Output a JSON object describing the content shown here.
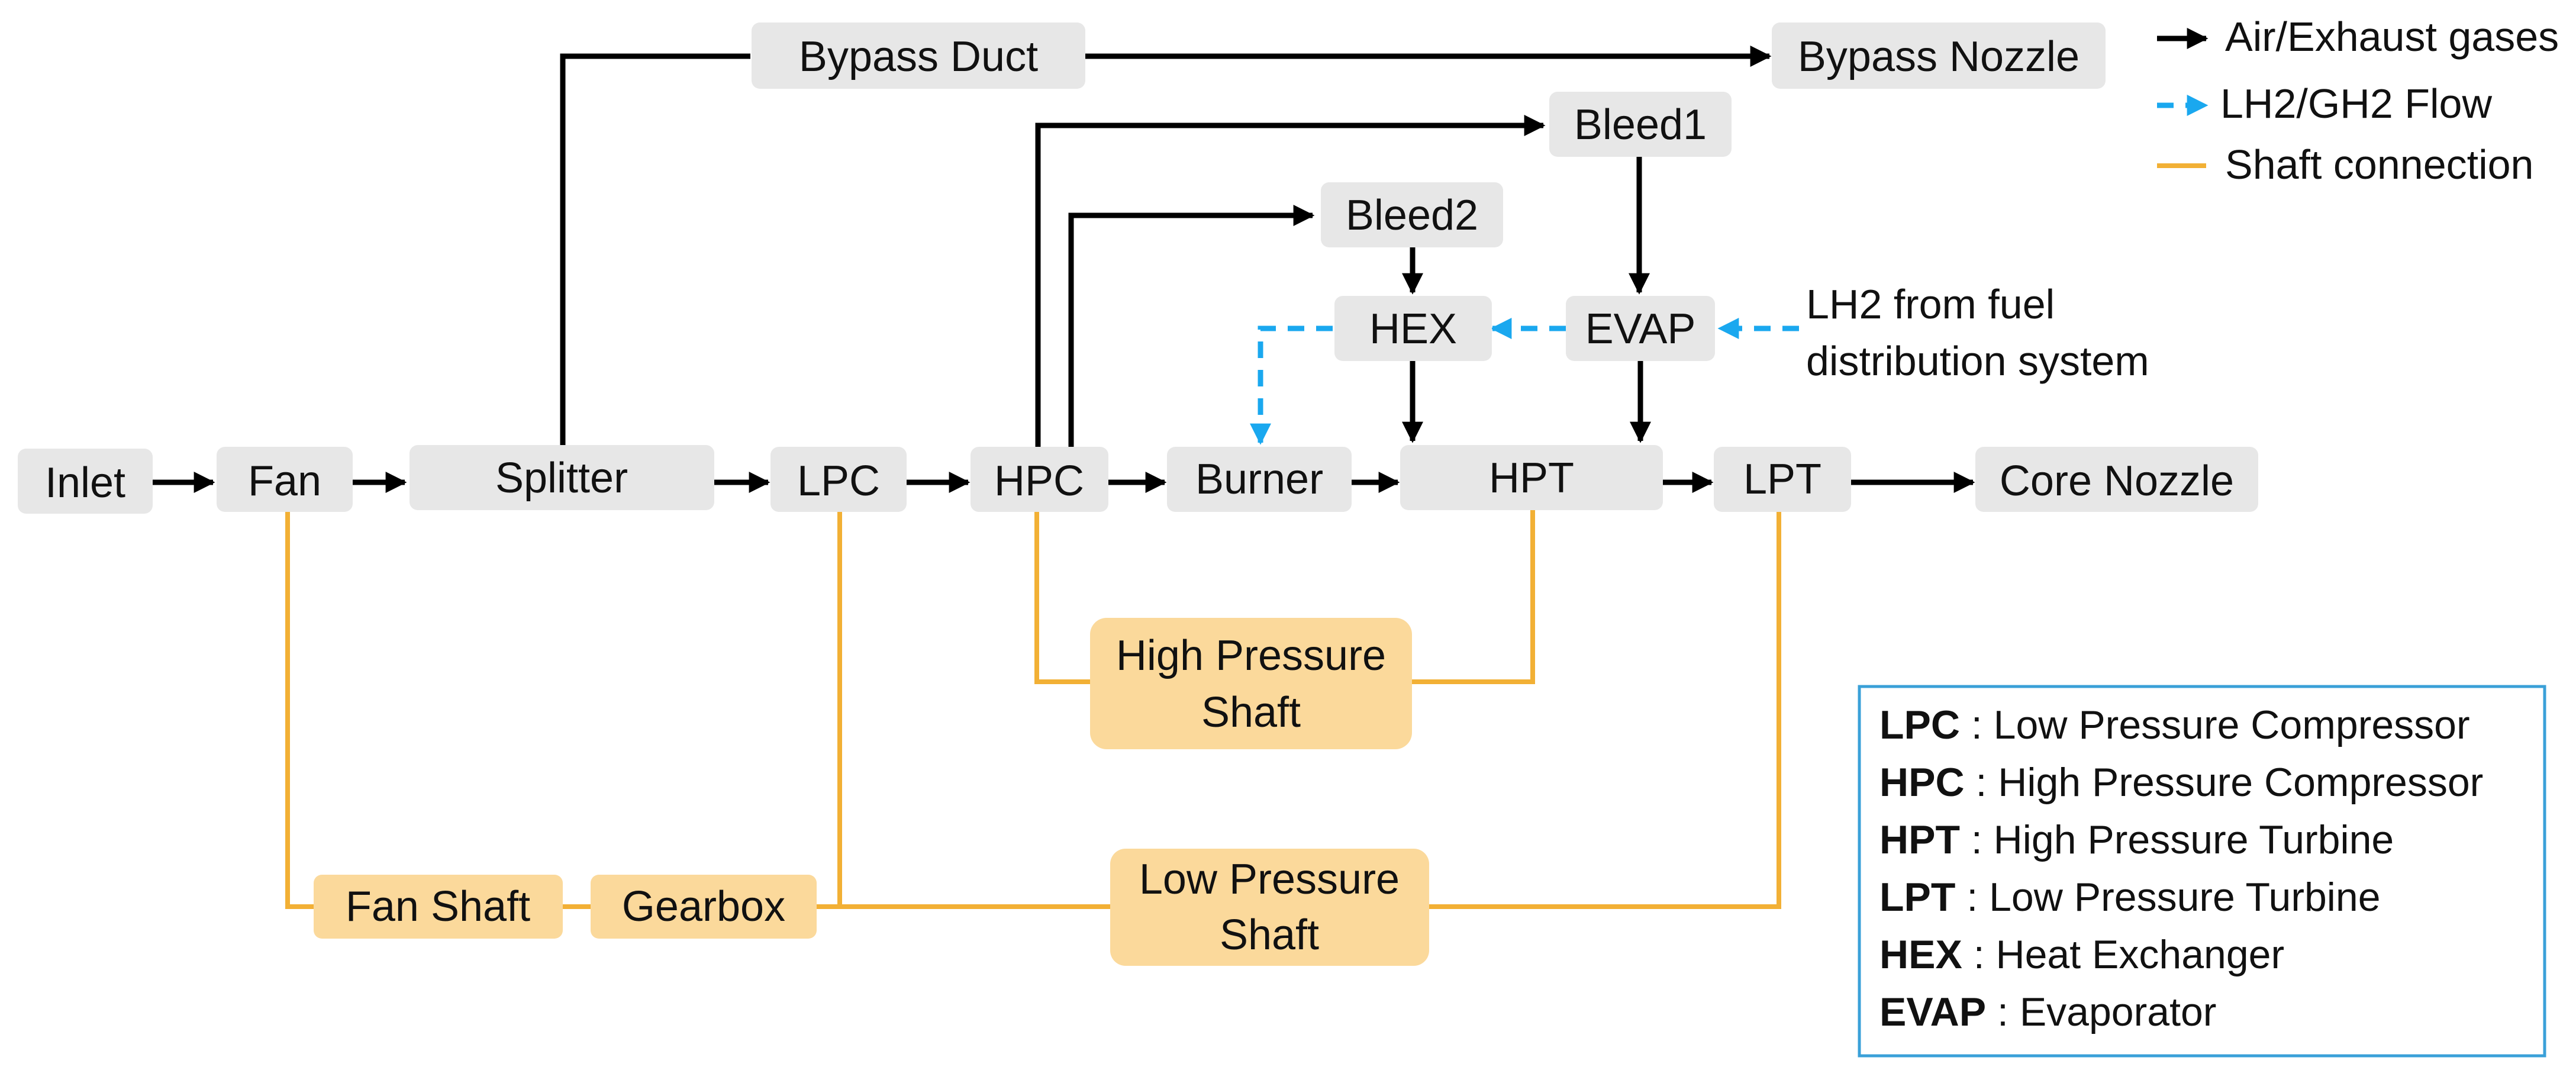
{
  "nodes": {
    "inlet": "Inlet",
    "fan": "Fan",
    "splitter": "Splitter",
    "lpc": "LPC",
    "hpc": "HPC",
    "burner": "Burner",
    "hpt": "HPT",
    "lpt": "LPT",
    "core_nozzle": "Core Nozzle",
    "bypass_duct": "Bypass Duct",
    "bypass_nozzle": "Bypass Nozzle",
    "bleed1": "Bleed1",
    "bleed2": "Bleed2",
    "hex": "HEX",
    "evap": "EVAP"
  },
  "shafts": {
    "high_pressure_line1": "High Pressure",
    "high_pressure_line2": "Shaft",
    "low_pressure_line1": "Low Pressure",
    "low_pressure_line2": "Shaft",
    "fan_shaft": "Fan Shaft",
    "gearbox": "Gearbox"
  },
  "annotation": {
    "line1": "LH2 from fuel",
    "line2": "distribution system"
  },
  "legend": [
    {
      "label": "Air/Exhaust gases"
    },
    {
      "label": "LH2/GH2 Flow"
    },
    {
      "label": "Shaft connection"
    }
  ],
  "colors": {
    "flow": "#000000",
    "fuel": "#1aa8ef",
    "shaft": "#f2b035",
    "node_fill": "#e7e7e7",
    "shaft_fill": "#fbd99b",
    "abbreviation_border": "#3aa0d8"
  },
  "abbreviations": [
    {
      "key": "LPC",
      "text": " : Low Pressure Compressor"
    },
    {
      "key": "HPC",
      "text": " : High Pressure Compressor"
    },
    {
      "key": "HPT",
      "text": " : High Pressure Turbine"
    },
    {
      "key": "LPT",
      "text": " : Low Pressure Turbine"
    },
    {
      "key": "HEX",
      "text": " : Heat Exchanger"
    },
    {
      "key": "EVAP",
      "text": " : Evaporator"
    }
  ]
}
